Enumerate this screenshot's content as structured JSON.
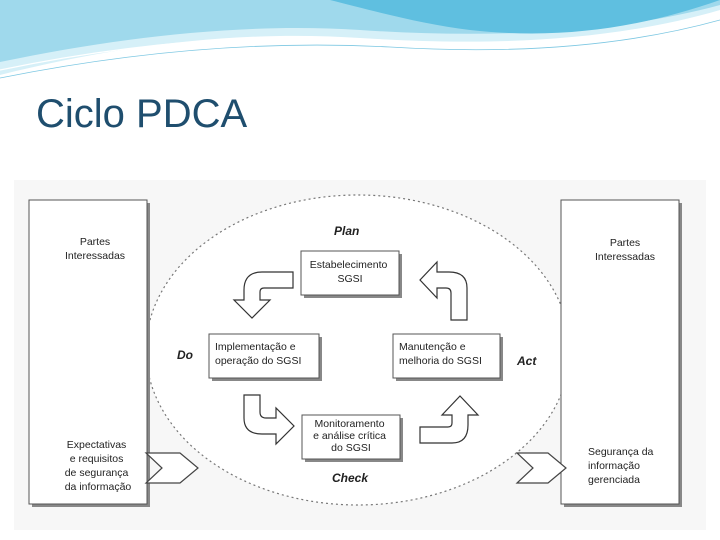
{
  "slide": {
    "title": "Ciclo PDCA"
  },
  "colors": {
    "title": "#1f4e6e",
    "wave_light": "#bfe6f3",
    "wave_dark": "#4fb3d6"
  },
  "diagram": {
    "left_panel": {
      "top": "Partes Interessadas",
      "bottom": [
        "Expectativas",
        "e requisitos",
        "de segurança",
        "da informação"
      ]
    },
    "right_panel": {
      "top": "Partes Interessadas",
      "bottom": [
        "Segurança da",
        "informação",
        "gerenciada"
      ]
    },
    "phases": {
      "plan": "Plan",
      "do": "Do",
      "check": "Check",
      "act": "Act"
    },
    "boxes": {
      "plan": [
        "Estabelecimento",
        "SGSI"
      ],
      "do": [
        "Implementação e",
        "operação do SGSI"
      ],
      "check": [
        "Monitoramento",
        "e análise crítica",
        "do SGSI"
      ],
      "act": [
        "Manutenção e",
        "melhoria do SGSI"
      ]
    }
  }
}
